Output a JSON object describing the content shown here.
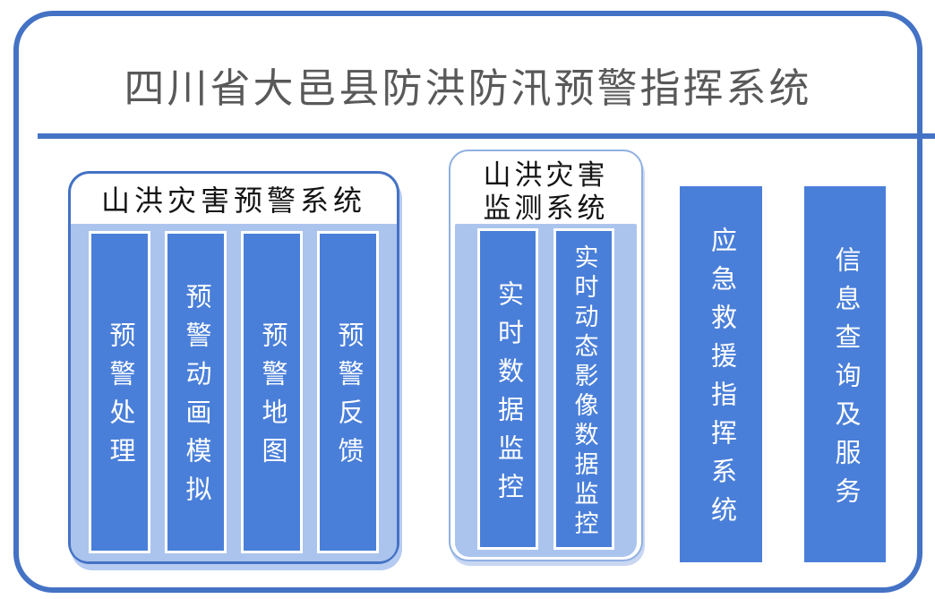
{
  "title": "四川省大邑县防洪防汛预警指挥系统",
  "panels": {
    "warning": {
      "title": "山洪灾害预警系统",
      "bars": [
        {
          "label": "预警处理"
        },
        {
          "label": "预警动画模拟"
        },
        {
          "label": "预警地图"
        },
        {
          "label": "预警反馈"
        }
      ]
    },
    "monitoring": {
      "title_line1": "山洪灾害",
      "title_line2": "监测系统",
      "bars": [
        {
          "label": "实时数据监控"
        },
        {
          "label": "实时动态影像数据监控"
        }
      ]
    }
  },
  "standalone_bars": [
    {
      "label": "应急救援指挥系统"
    },
    {
      "label": "信息查询及服务"
    }
  ],
  "colors": {
    "frame_border": "#4472C4",
    "divider": "#4472C4",
    "bar_fill": "#4A7FD9",
    "bar_text": "#FFFFFF",
    "panel_fill": "#ABC4EE",
    "panel_shadow": "#B6CBF1",
    "warning_panel_border": "#4472C4",
    "monitoring_panel_border": "#8FB0E0",
    "title_text": "#595959",
    "panel_title_text": "#141414"
  }
}
